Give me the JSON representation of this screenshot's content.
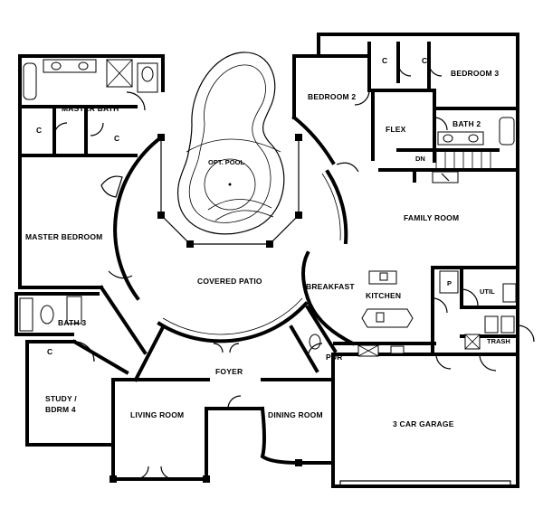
{
  "rooms": {
    "master_bath": "MASTER BATH",
    "closet_mb_left": "C",
    "closet_mb_right": "C",
    "opt_pool": "OPT. POOL",
    "bedroom_2": "BEDROOM 2",
    "closet_top_1": "C",
    "closet_top_2": "C",
    "bedroom_3": "BEDROOM 3",
    "flex": "FLEX",
    "bath_2": "BATH 2",
    "dn": "DN",
    "master_bedroom": "MASTER BEDROOM",
    "family_room": "FAMILY ROOM",
    "covered_patio": "COVERED PATIO",
    "breakfast": "BREAKFAST",
    "kitchen": "KITCHEN",
    "pantry": "P",
    "util": "UTIL",
    "bath_3": "BATH 3",
    "closet_study": "C",
    "trash": "TRASH",
    "pdr": "PDR",
    "foyer": "FOYER",
    "study": "STUDY /",
    "study_2": "BDRM 4",
    "living_room": "LIVING ROOM",
    "dining_room": "DINING ROOM",
    "garage": "3 CAR GARAGE"
  }
}
